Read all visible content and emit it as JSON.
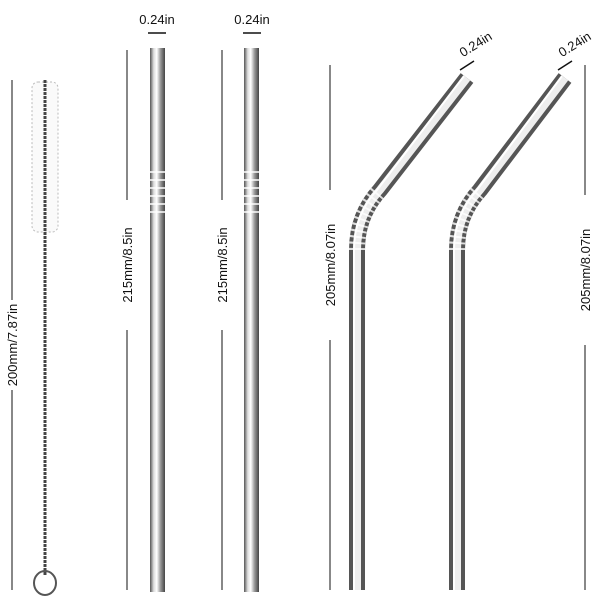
{
  "brush": {
    "length_label": "200mm/7.87in"
  },
  "straight_straws": [
    {
      "diameter_label": "0.24in",
      "length_label": "215mm/8.5in"
    },
    {
      "diameter_label": "0.24in",
      "length_label": "215mm/8.5in"
    }
  ],
  "bent_straws": [
    {
      "diameter_label": "0.24in",
      "length_label": "205mm/8.07in"
    },
    {
      "diameter_label": "0.24in",
      "length_label": "205mm/8.07in"
    }
  ],
  "colors": {
    "metal_light": "#f4f4f4",
    "metal_dark": "#6b6b6b",
    "line": "#111111"
  }
}
